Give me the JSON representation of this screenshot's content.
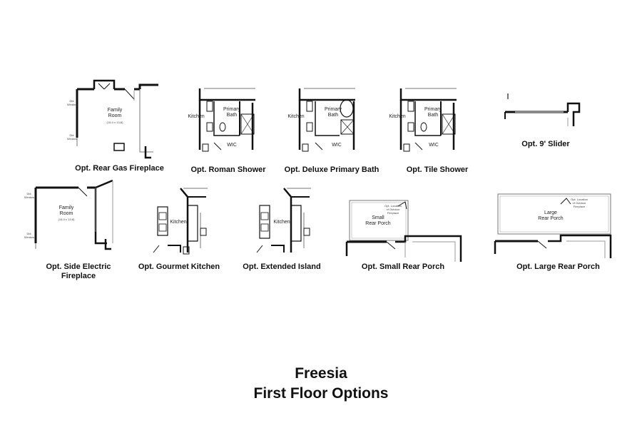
{
  "title": {
    "line1": "Freesia",
    "line2": "First Floor Options"
  },
  "options": [
    {
      "caption": "Opt. Rear Gas Fireplace",
      "labels": {
        "room": "Family\nRoom",
        "dims": "(15-0 x 13-8)",
        "window1": "Dbl.\nWindow",
        "window2": "Dbl.\nWindow"
      }
    },
    {
      "caption": "Opt. Roman Shower",
      "labels": {
        "kitchen": "Kitchen",
        "bath": "Primary\nBath",
        "wic": "WIC"
      }
    },
    {
      "caption": "Opt. Deluxe Primary Bath",
      "labels": {
        "kitchen": "Kitchen",
        "bath": "Primary\nBath",
        "wic": "WIC"
      }
    },
    {
      "caption": "Opt. Tile Shower",
      "labels": {
        "kitchen": "Kitchen",
        "bath": "Primary\nBath",
        "wic": "WIC"
      }
    },
    {
      "caption": "Opt. 9' Slider",
      "labels": {}
    },
    {
      "caption": "Opt. Side Electric\nFireplace",
      "labels": {
        "room": "Family\nRoom",
        "dims": "(15-0 x 13-8)",
        "window1": "Dbl.\nWindow",
        "window2": "Dbl.\nWindow"
      }
    },
    {
      "caption": "Opt. Gourmet Kitchen",
      "labels": {
        "kitchen": "Kitchen"
      }
    },
    {
      "caption": "Opt. Extended Island",
      "labels": {
        "kitchen": "Kitchen"
      }
    },
    {
      "caption": "Opt. Small Rear Porch",
      "labels": {
        "room": "Small\nRear Porch",
        "note": "Opt. Location\nof Outdoor\nFireplace"
      }
    },
    {
      "caption": "Opt. Large Rear Porch",
      "labels": {
        "room": "Large\nRear Porch",
        "note": "Opt. Location\nof Outdoor\nFireplace"
      }
    }
  ]
}
